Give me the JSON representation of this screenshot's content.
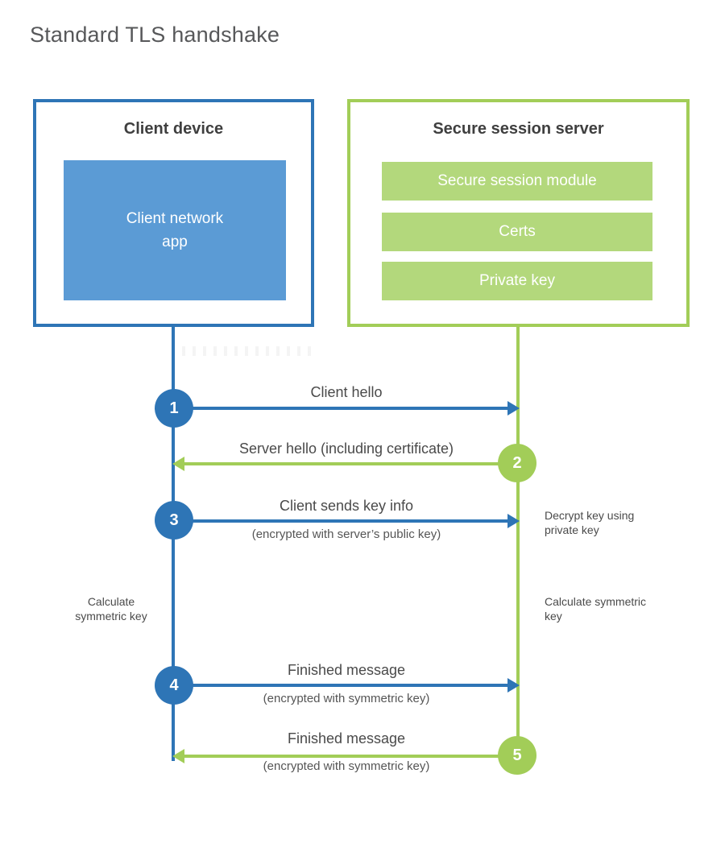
{
  "title": "Standard TLS handshake",
  "colors": {
    "blue_accent": "#2e75b6",
    "blue_fill": "#5b9bd5",
    "green_accent": "#a2cd58",
    "green_fill": "#b3d87c"
  },
  "client_box": {
    "title": "Client device",
    "app_label": "Client network\napp"
  },
  "server_box": {
    "title": "Secure session server",
    "modules": [
      "Secure session module",
      "Certs",
      "Private key"
    ]
  },
  "steps": [
    {
      "number": "1",
      "label": "Client hello",
      "sublabel": "",
      "direction": "right",
      "color": "blue"
    },
    {
      "number": "2",
      "label": "Server hello (including certificate)",
      "sublabel": "",
      "direction": "left",
      "color": "green"
    },
    {
      "number": "3",
      "label": "Client sends key info",
      "sublabel": "(encrypted with server’s public key)",
      "direction": "right",
      "color": "blue"
    },
    {
      "number": "4",
      "label": "Finished message",
      "sublabel": "(encrypted with symmetric key)",
      "direction": "right",
      "color": "blue"
    },
    {
      "number": "5",
      "label": "Finished message",
      "sublabel": "(encrypted with symmetric key)",
      "direction": "left",
      "color": "green"
    }
  ],
  "notes": {
    "decrypt": "Decrypt key using private key",
    "calc_left": "Calculate symmetric key",
    "calc_right": "Calculate symmetric key"
  }
}
